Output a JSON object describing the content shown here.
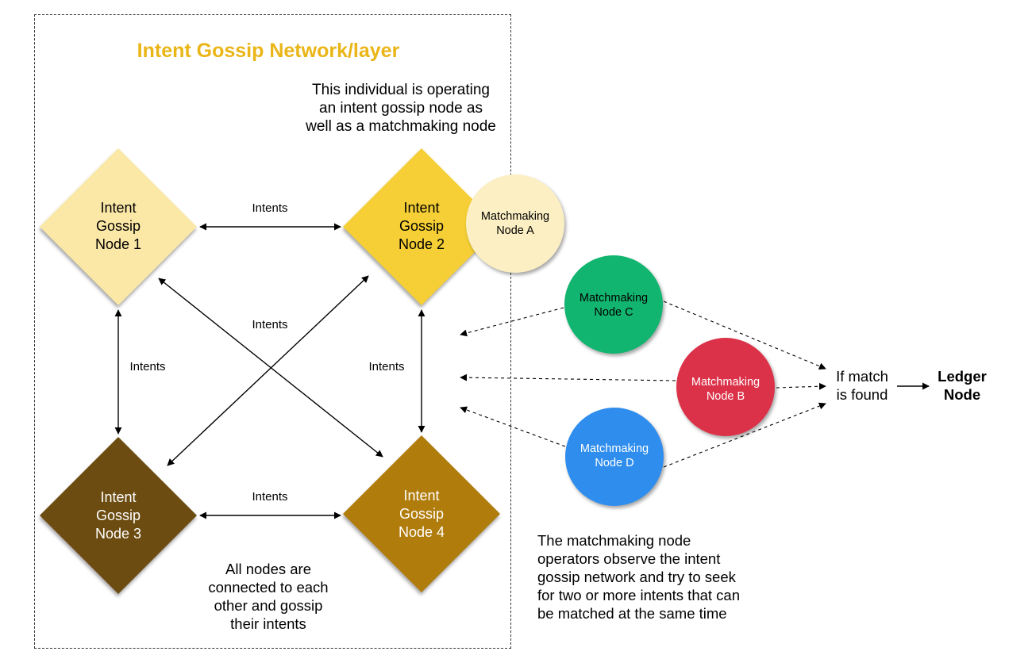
{
  "title": "Intent Gossip Network/layer",
  "top_note": [
    "This individual is operating",
    "an intent gossip node as",
    "well as a matchmaking node"
  ],
  "nodes": [
    {
      "lines": [
        "Intent",
        "Gossip",
        "Node 1"
      ],
      "color": "#fbe8a6",
      "text_color": "#000000"
    },
    {
      "lines": [
        "Intent",
        "Gossip",
        "Node 2"
      ],
      "color": "#f5cf35",
      "text_color": "#000000"
    },
    {
      "lines": [
        "Intent",
        "Gossip",
        "Node 3"
      ],
      "color": "#6c4c10",
      "text_color": "#ffffff"
    },
    {
      "lines": [
        "Intent",
        "Gossip",
        "Node 4"
      ],
      "color": "#b07c0c",
      "text_color": "#ffffff"
    }
  ],
  "edge_label": "Intents",
  "matchmakers": [
    {
      "lines": [
        "Matchmaking",
        "Node A"
      ],
      "color": "#fcefc3",
      "text_color": "#000000"
    },
    {
      "lines": [
        "Matchmaking",
        "Node C"
      ],
      "color": "#12b56f",
      "text_color": "#000000"
    },
    {
      "lines": [
        "Matchmaking",
        "Node B"
      ],
      "color": "#dc3249",
      "text_color": "#ffffff"
    },
    {
      "lines": [
        "Matchmaking",
        "Node D"
      ],
      "color": "#2f8ded",
      "text_color": "#ffffff"
    }
  ],
  "match_text": [
    "If match",
    "is found"
  ],
  "ledger": [
    "Ledger",
    "Node"
  ],
  "bottom_note": [
    "All nodes are",
    "connected to each",
    "other and gossip",
    "their intents"
  ],
  "right_note": [
    "The matchmaking node",
    "operators observe the intent",
    "gossip network and try to seek",
    "for two or more intents that can",
    "be matched at the same time"
  ]
}
